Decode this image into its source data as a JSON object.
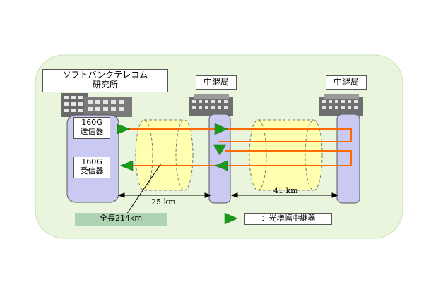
{
  "lab": {
    "name_line1": "ソフトバンクテレコム",
    "name_line2": "研究所",
    "transmitter_line1": "160G",
    "transmitter_line2": "送信器",
    "receiver_line1": "160G",
    "receiver_line2": "受信器"
  },
  "relay_stations": [
    {
      "label": "中継局"
    },
    {
      "label": "中継局"
    }
  ],
  "spans": [
    {
      "length": "25 km"
    },
    {
      "length": "41 km"
    }
  ],
  "total_length": "全長214km",
  "legend": {
    "amplifier": "：光増幅中継器"
  },
  "colors": {
    "background_panel": "#e9f5dc",
    "tower": "#c9c9f2",
    "fiber_line": "#ff6a00",
    "fiber_coil": "#ffffb0",
    "amplifier": "#1a9a1a",
    "total_box": "#aed3b3"
  }
}
